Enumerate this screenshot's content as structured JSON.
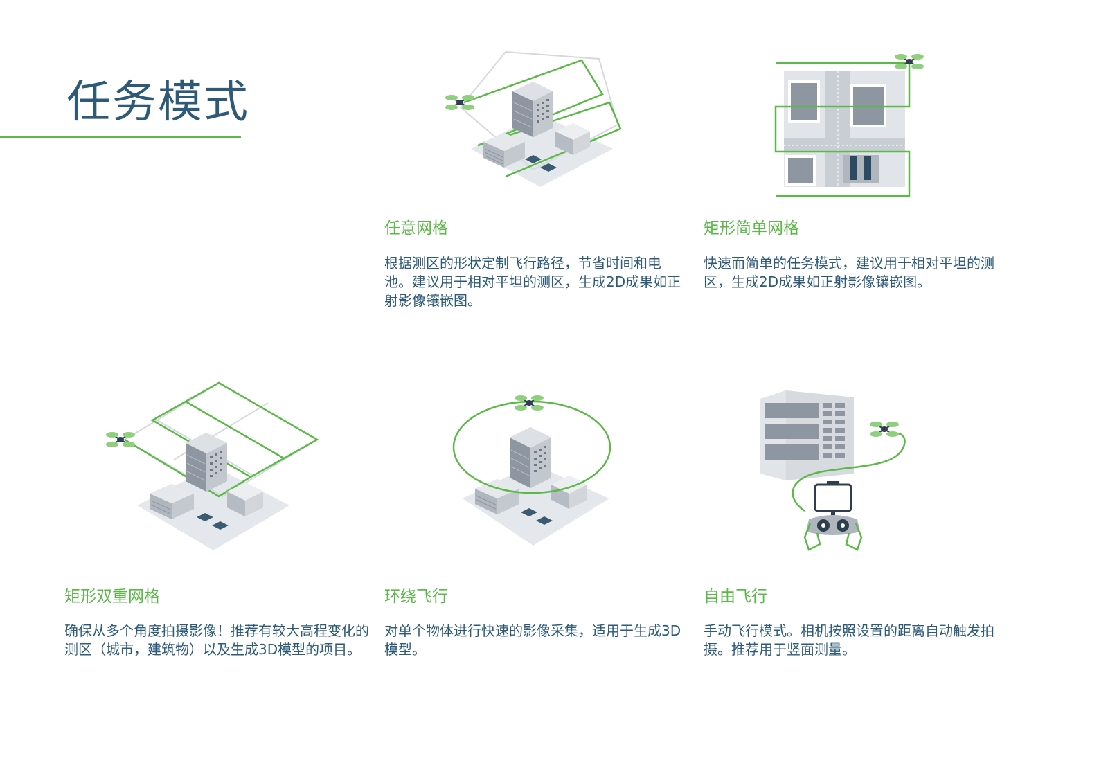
{
  "page": {
    "title": "任务模式",
    "accent_color": "#5ab947",
    "text_color": "#2d5a78"
  },
  "modes": [
    {
      "id": "arbitrary-grid",
      "title": "任意网格",
      "description": "根据测区的形状定制飞行路径，节省时间和电池。建议用于相对平坦的测区，生成2D成果如正射影像镶嵌图。",
      "icon": "polygon-grid-drone-icon"
    },
    {
      "id": "rect-simple-grid",
      "title": "矩形简单网格",
      "description": "快速而简单的任务模式，建议用于相对平坦的测区，生成2D成果如正射影像镶嵌图。",
      "icon": "rectangle-grid-drone-icon"
    },
    {
      "id": "rect-double-grid",
      "title": "矩形双重网格",
      "description": "确保从多个角度拍摄影像！推荐有较大高程变化的测区（城市，建筑物）以及生成3D模型的项目。",
      "icon": "double-grid-drone-icon"
    },
    {
      "id": "circular-flight",
      "title": "环绕飞行",
      "description": "对单个物体进行快速的影像采集，适用于生成3D模型。",
      "icon": "circular-flight-drone-icon"
    },
    {
      "id": "free-flight",
      "title": "自由飞行",
      "description": "手动飞行模式。相机按照设置的距离自动触发拍摄。推荐用于竖面测量。",
      "icon": "free-flight-controller-icon"
    }
  ]
}
